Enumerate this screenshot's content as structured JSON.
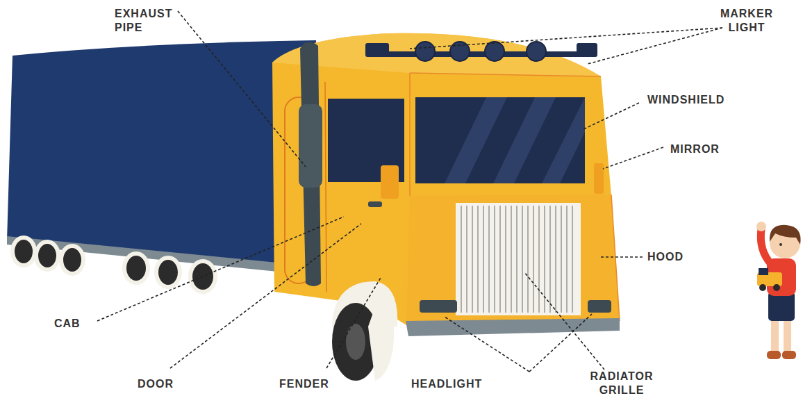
{
  "diagram": {
    "labels": [
      "EXHAUST PIPE",
      "MARKER LIGHT",
      "WINDSHIELD",
      "MIRROR",
      "HOOD",
      "CAB",
      "DOOR",
      "FENDER",
      "HEADLIGHT",
      "RADIATOR GRILLE"
    ]
  }
}
